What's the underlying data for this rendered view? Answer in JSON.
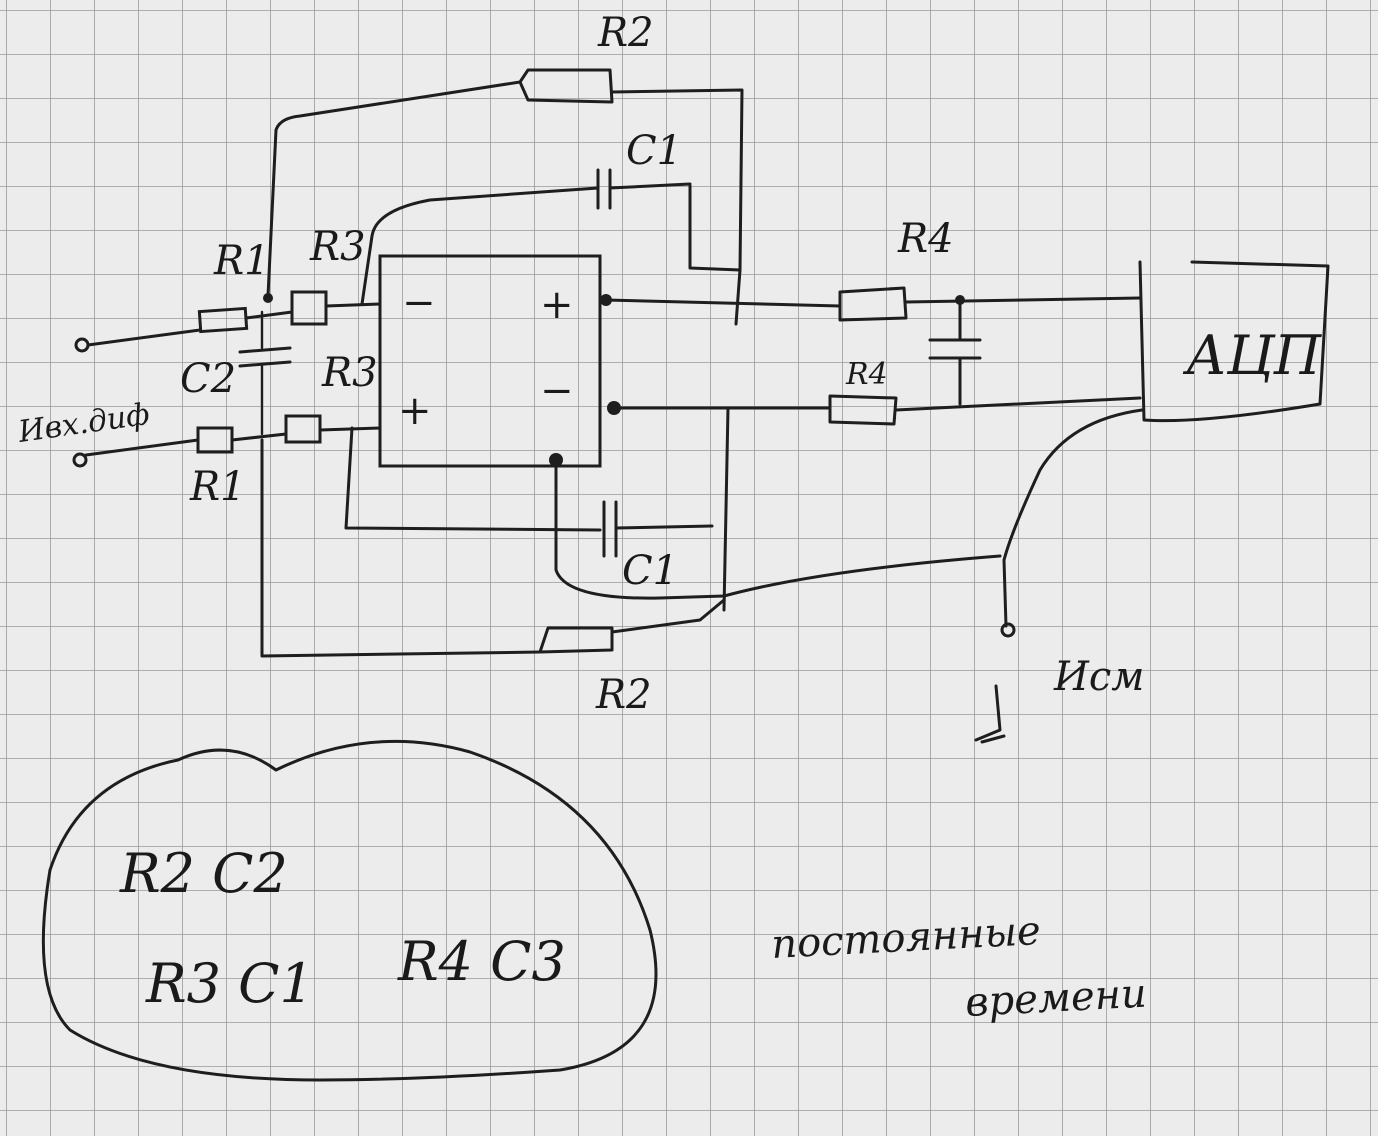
{
  "labels": {
    "r2_top": "R2",
    "c1_top": "C1",
    "r1_top": "R1",
    "r3_top": "R3",
    "c2": "C2",
    "r3_bottom": "R3",
    "r1_bottom": "R1",
    "input": "Ивх.диф",
    "opamp_minus_in": "−",
    "opamp_plus_in": "+",
    "opamp_plus_out": "+",
    "opamp_minus_out": "−",
    "c1_bottom": "C1",
    "r2_bottom": "R2",
    "r4_top": "R4",
    "r4_bottom": "R4",
    "adc": "АЦП",
    "ucm": "Исм"
  },
  "notes": {
    "pair1": "R2 C2",
    "pair2": "R3 C1",
    "pair3": "R4 C3",
    "caption_line1": "постоянные",
    "caption_line2": "времени"
  },
  "colors": {
    "paper": "#ececec",
    "grid": "#9a9a9a",
    "ink": "#1e1e1e"
  }
}
